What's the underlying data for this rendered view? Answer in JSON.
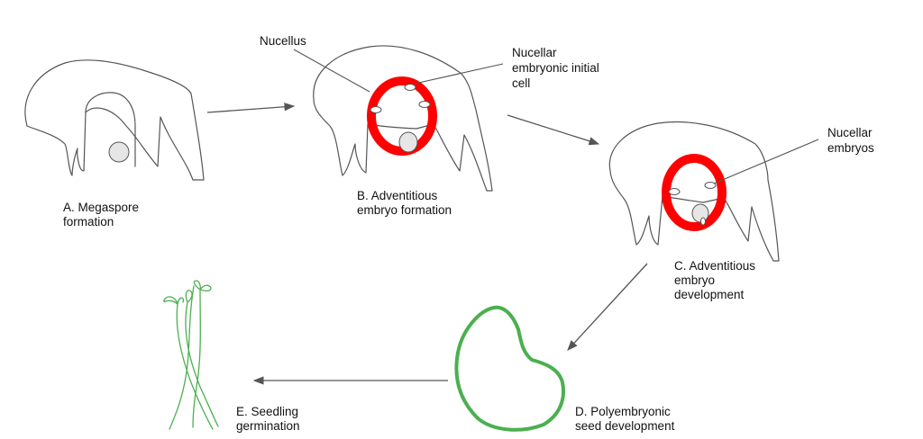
{
  "stages": {
    "a": {
      "lines": [
        "A. Megaspore",
        "formation"
      ]
    },
    "b": {
      "lines": [
        "B. Adventitious",
        "embryo formation"
      ]
    },
    "c": {
      "lines": [
        "C. Adventitious",
        "embryo",
        "development"
      ]
    },
    "d": {
      "lines": [
        "D. Polyembryonic",
        "seed development"
      ]
    },
    "e": {
      "lines": [
        "E. Seedling",
        "germination"
      ]
    }
  },
  "callouts": {
    "nucellus": {
      "lines": [
        "Nucellus"
      ]
    },
    "initial_cell": {
      "lines": [
        "Nucellar",
        "embryonic initial",
        "cell"
      ]
    },
    "nucellar_embryos": {
      "lines": [
        "Nucellar",
        "embryos"
      ]
    }
  },
  "colors": {
    "nucellus_ring": "#ff0000",
    "seed": "#4caf50",
    "outline": "#555555",
    "cell_fill": "#e6e6e6"
  }
}
